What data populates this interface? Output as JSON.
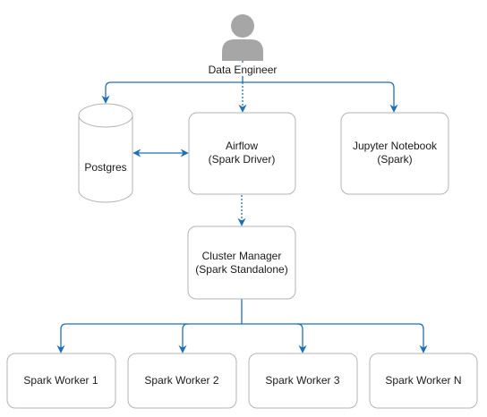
{
  "diagram": {
    "actor": {
      "label": "Data Engineer",
      "icon": "user-icon"
    },
    "postgres": {
      "label": "Postgres",
      "icon": "database-cylinder"
    },
    "airflow": {
      "line1": "Airflow",
      "line2": "(Spark Driver)"
    },
    "jupyter": {
      "line1": "Jupyter Notebook",
      "line2": "(Spark)"
    },
    "cluster_manager": {
      "line1": "Cluster Manager",
      "line2": "(Spark Standalone)"
    },
    "workers": [
      {
        "label": "Spark Worker 1"
      },
      {
        "label": "Spark Worker 2"
      },
      {
        "label": "Spark Worker 3"
      },
      {
        "label": "Spark Worker N"
      }
    ],
    "colors": {
      "arrow": "#1f6fb7",
      "box_border": "#b3b3b3",
      "user_icon": "#a6a6a6"
    }
  }
}
